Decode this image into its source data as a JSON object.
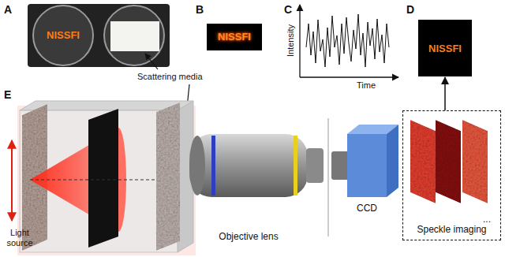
{
  "diagram": {
    "nodes": [
      {
        "text": [
          "D",
          "NISSFI"
        ]
      },
      {
        "text": [
          "...",
          "Speckle imaging"
        ]
      }
    ],
    "edges": [
      {
        "from": 1,
        "to": 0,
        "arrow": "to"
      }
    ],
    "labels": [
      "A",
      "NISSFI",
      "Scattering media",
      "B",
      "NISSFI",
      "C",
      "Intensity",
      "Time",
      "E",
      "Light source",
      "Objective lens",
      "CCD"
    ]
  }
}
